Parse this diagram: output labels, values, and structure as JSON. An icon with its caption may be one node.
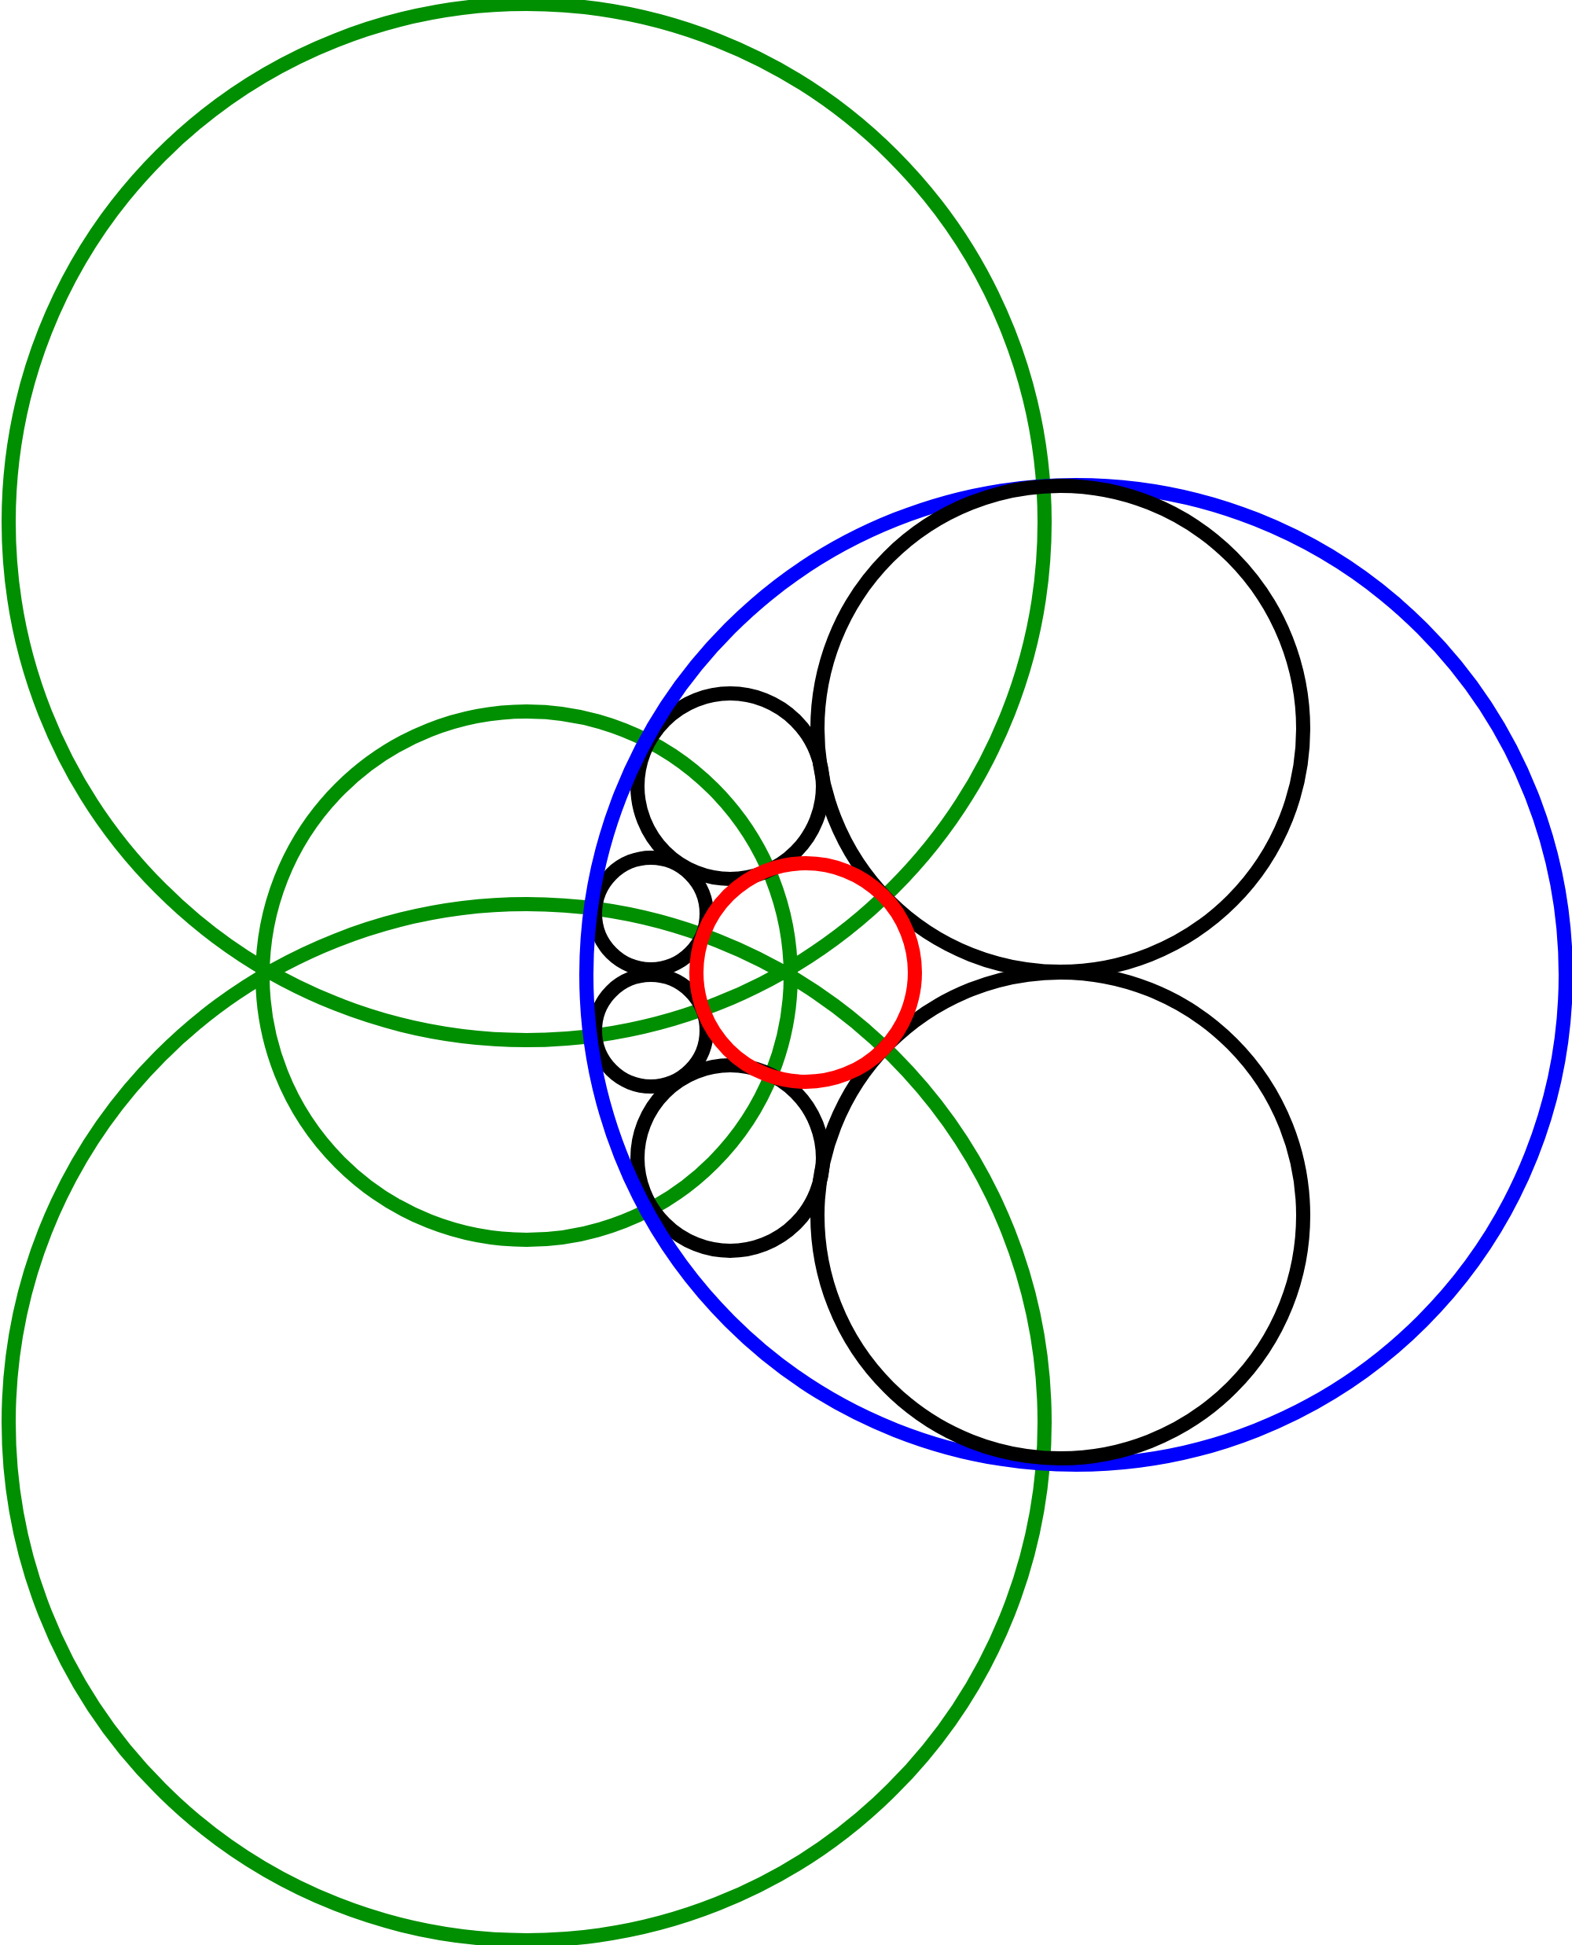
{
  "diagram": {
    "nodes": [
      {
        "text": [],
        "shape": "circle"
      },
      {
        "text": [],
        "shape": "circle"
      },
      {
        "text": [],
        "shape": "circle",
        "in": 1
      },
      {
        "text": [],
        "shape": "circle"
      },
      {
        "text": [],
        "shape": "circle"
      },
      {
        "text": [],
        "shape": "circle"
      },
      {
        "text": [],
        "shape": "circle",
        "in": 1
      },
      {
        "text": [],
        "shape": "circle"
      },
      {
        "text": [],
        "shape": "circle"
      },
      {
        "text": [],
        "shape": "circle",
        "in": 1
      },
      {
        "text": [],
        "shape": "circle"
      }
    ]
  }
}
